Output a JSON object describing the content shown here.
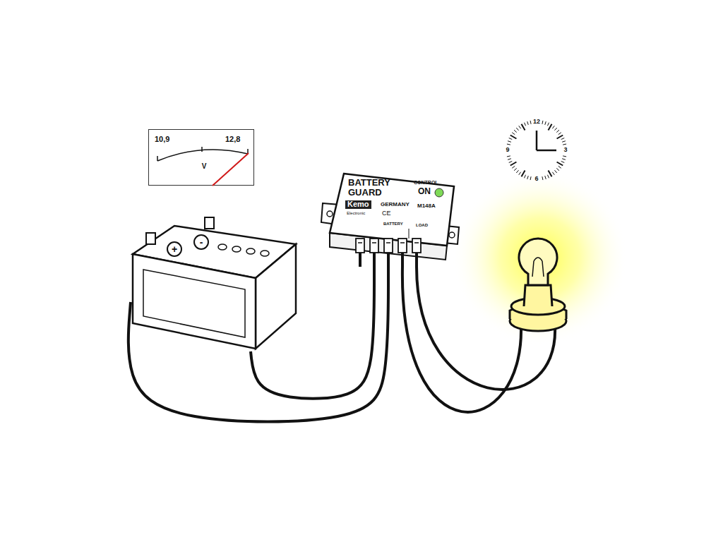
{
  "diagram": {
    "nodes": [
      {
        "text": [
          "10,9",
          "12,8",
          "V"
        ]
      },
      {
        "text": [
          "12",
          "3",
          "6",
          "9"
        ]
      },
      {
        "text": [
          "BATTERY GUARD",
          "CONTROL",
          "ON",
          "Kemo",
          "Electronic",
          "GERMANY",
          "M148A",
          "CE",
          "BATTERY",
          "LOAD"
        ]
      },
      {
        "text": [
          "+",
          "-"
        ]
      }
    ],
    "edges": [
      {
        "from": 3,
        "to": 2,
        "arrow": "none"
      },
      {
        "from": 3,
        "to": 2,
        "arrow": "none"
      }
    ]
  }
}
